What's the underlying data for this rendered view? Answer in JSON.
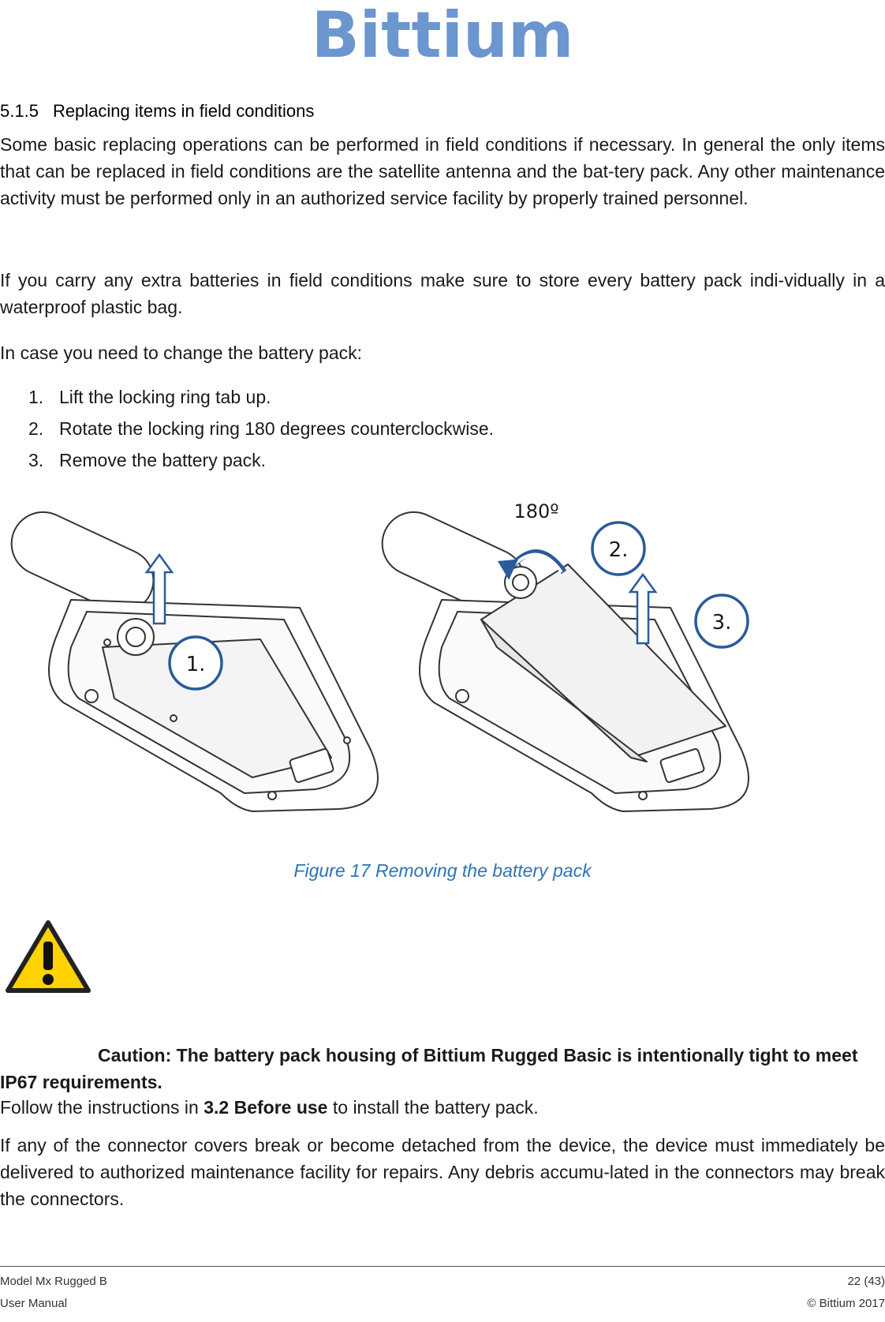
{
  "header": {
    "logo_text": "Bittium",
    "brand_color": "#6b96cf"
  },
  "section": {
    "number": "5.1.5",
    "title": "Replacing items in field conditions"
  },
  "paragraphs": {
    "p1": "Some basic replacing operations can be performed in field conditions if necessary. In general the only items that can be replaced in field conditions are the satellite antenna and the bat-tery pack. Any other maintenance activity must be performed only in an authorized service facility by properly trained personnel.",
    "p2": "If you carry any extra batteries in field conditions make sure to store every battery pack indi-vidually in a waterproof plastic bag.",
    "p3": "In case you need to change the battery pack:"
  },
  "steps": [
    {
      "num": "1.",
      "text": "Lift the locking ring tab up."
    },
    {
      "num": "2.",
      "text": "Rotate the locking ring 180 degrees counterclockwise."
    },
    {
      "num": "3.",
      "text": "Remove the battery pack."
    }
  ],
  "figure": {
    "callouts": [
      "1.",
      "2.",
      "3."
    ],
    "rotation_label": "180º",
    "caption": "Figure 17 Removing the battery pack",
    "caption_color": "#2e74b5",
    "callout_color": "#2a5b9a"
  },
  "caution": {
    "icon": "warning-icon",
    "text": "Caution: The battery pack housing of Bittium Rugged Basic is intentionally tight to meet IP67 requirements."
  },
  "follow": {
    "before": "Follow the instructions in ",
    "bold": "3.2 Before use",
    "after": " to install the battery pack."
  },
  "p_final": "If any of the connector covers break or become detached from the device, the device must immediately be delivered to authorized maintenance facility for repairs. Any debris accumu-lated in the connectors may break the connectors.",
  "footer": {
    "model": "Model Mx Rugged B",
    "doc_type": "User Manual",
    "page": "22 (43)",
    "copyright": "© Bittium 2017"
  }
}
